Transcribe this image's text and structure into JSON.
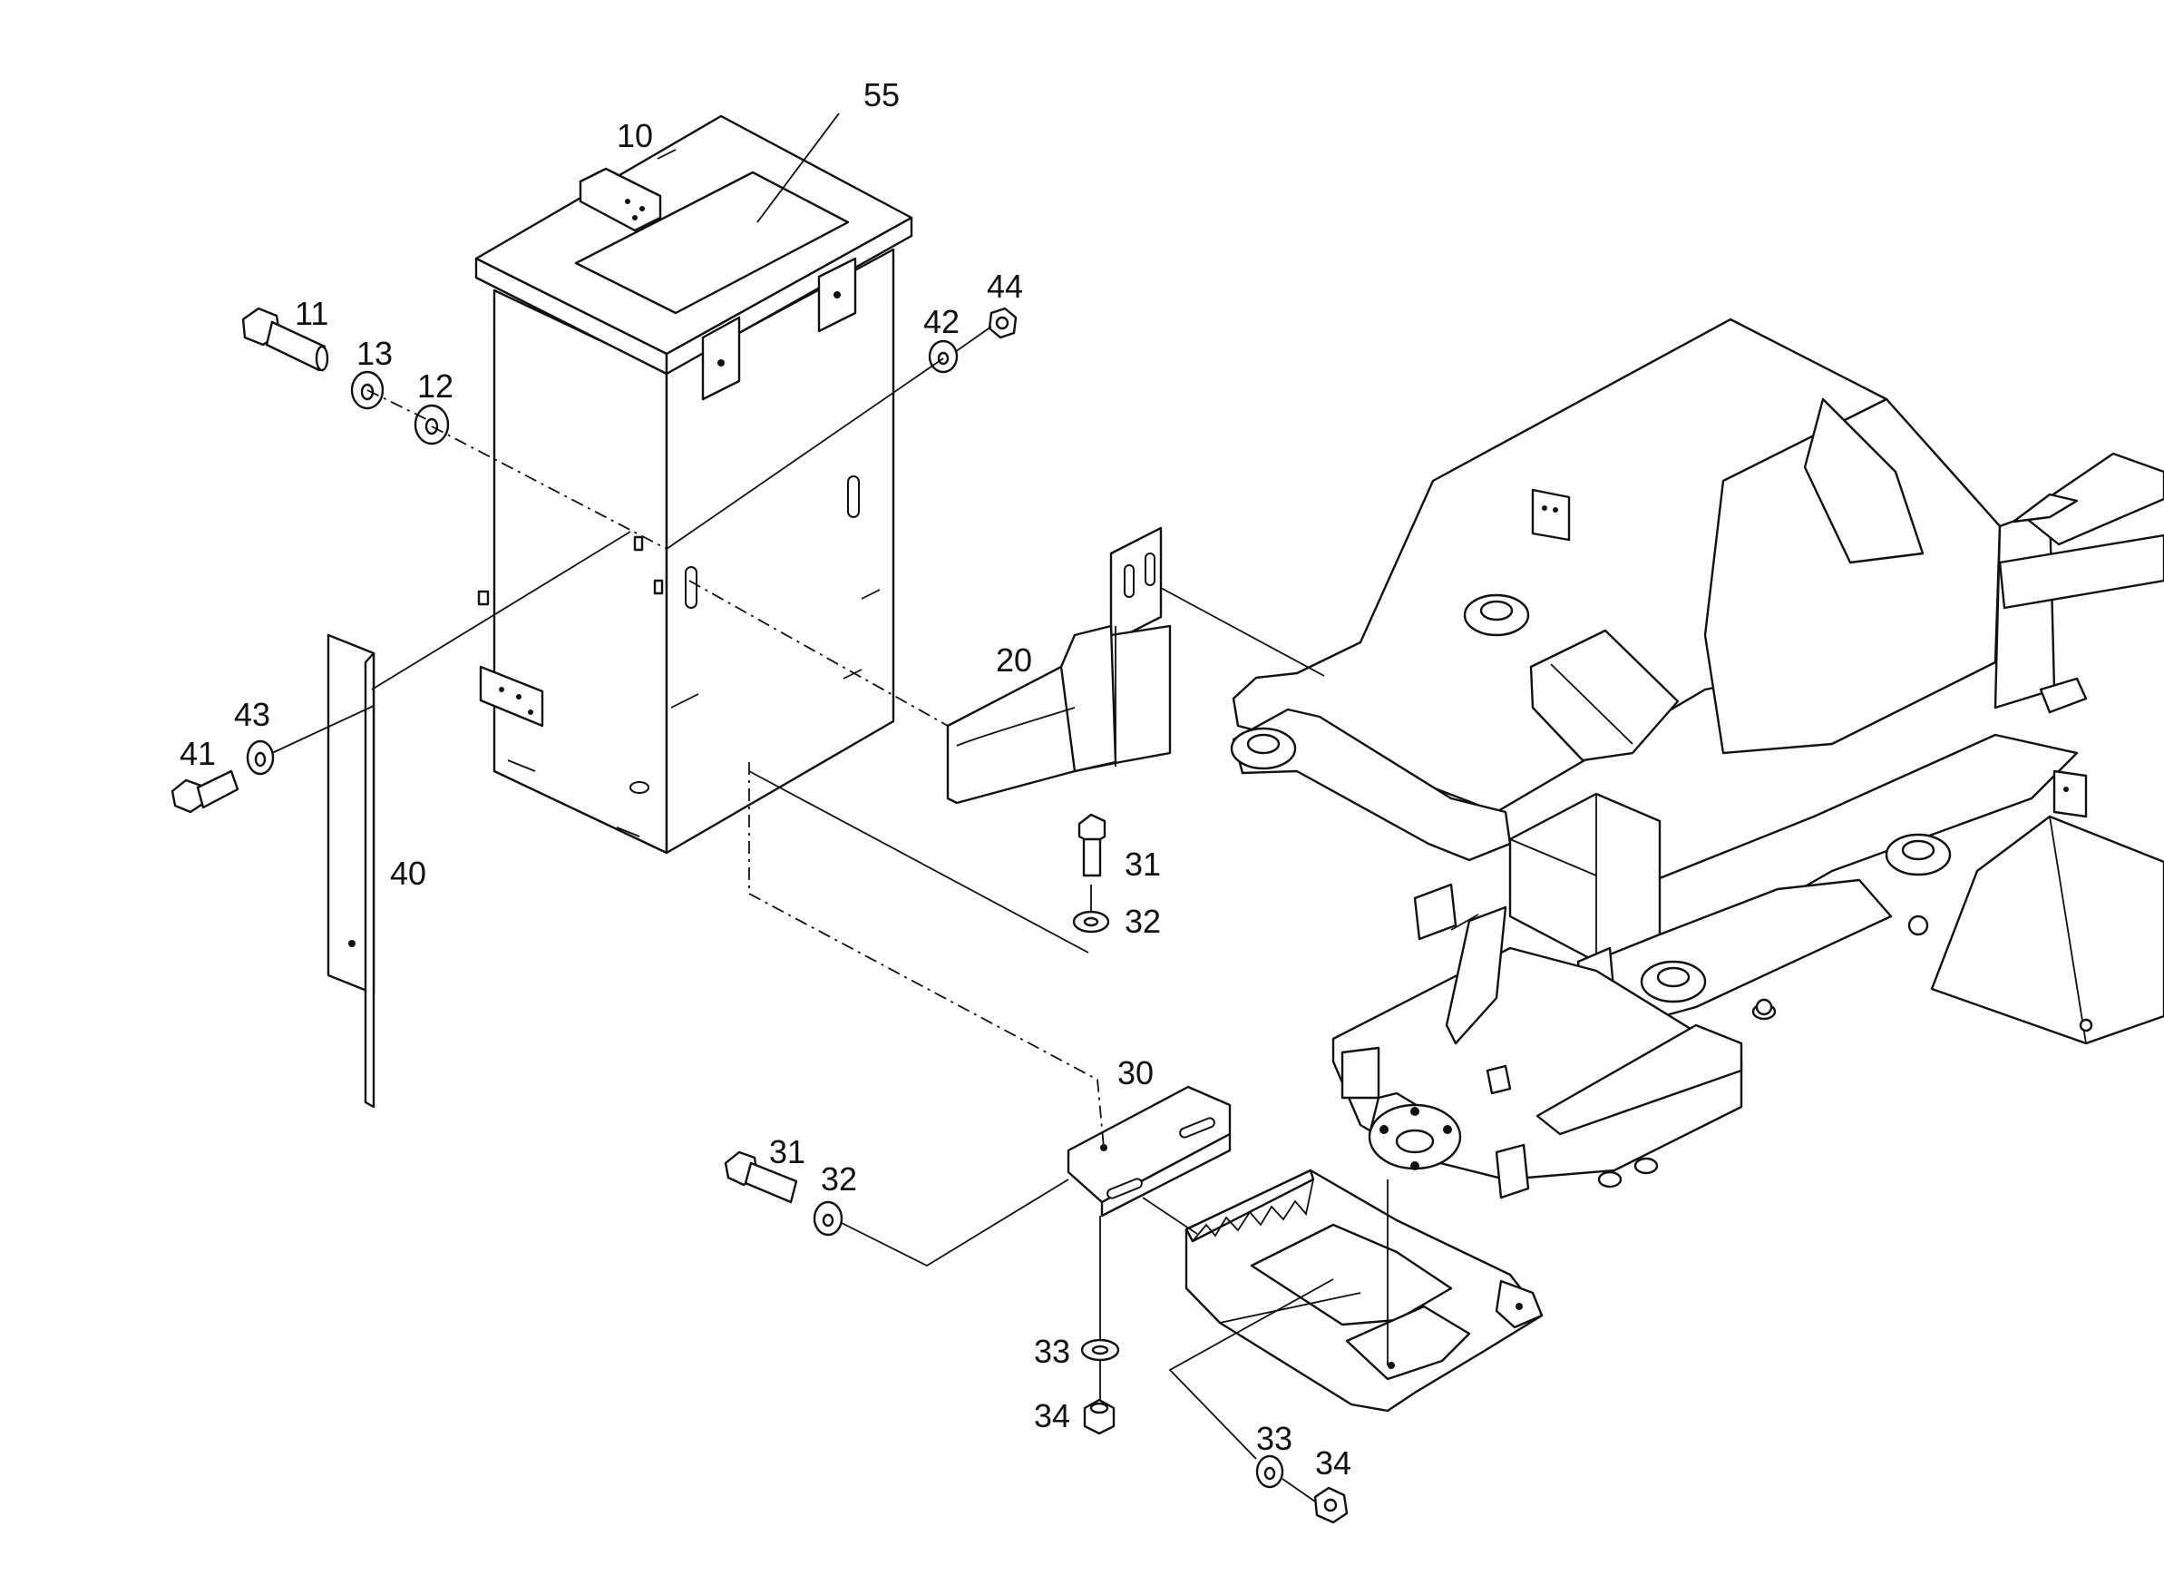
{
  "callouts": {
    "c10": "10",
    "c55": "55",
    "c11": "11",
    "c13": "13",
    "c12": "12",
    "c42": "42",
    "c44": "44",
    "c20": "20",
    "c43": "43",
    "c41": "41",
    "c40": "40",
    "c31a": "31",
    "c32a": "32",
    "c30": "30",
    "c31b": "31",
    "c32b": "32",
    "c33a": "33",
    "c34a": "34",
    "c33b": "33",
    "c34b": "34"
  }
}
